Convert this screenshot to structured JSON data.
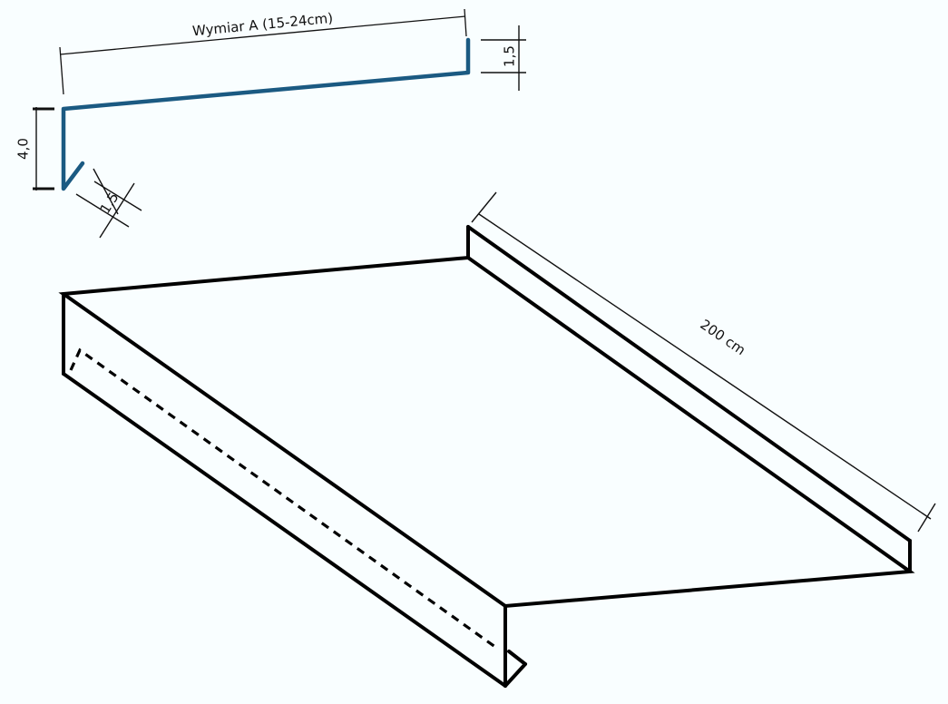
{
  "colors": {
    "background": "#f9feff",
    "profile_line": "#1b5a82",
    "drawing_line": "#000000",
    "dimension_line": "#111111"
  },
  "profile_section": {
    "width_label": "Wymiar A (15-24cm)",
    "back_upstand_label": "1,5",
    "front_drop_label": "4,0",
    "drip_edge_label": "1,5"
  },
  "isometric_view": {
    "length_label": "200 cm"
  }
}
